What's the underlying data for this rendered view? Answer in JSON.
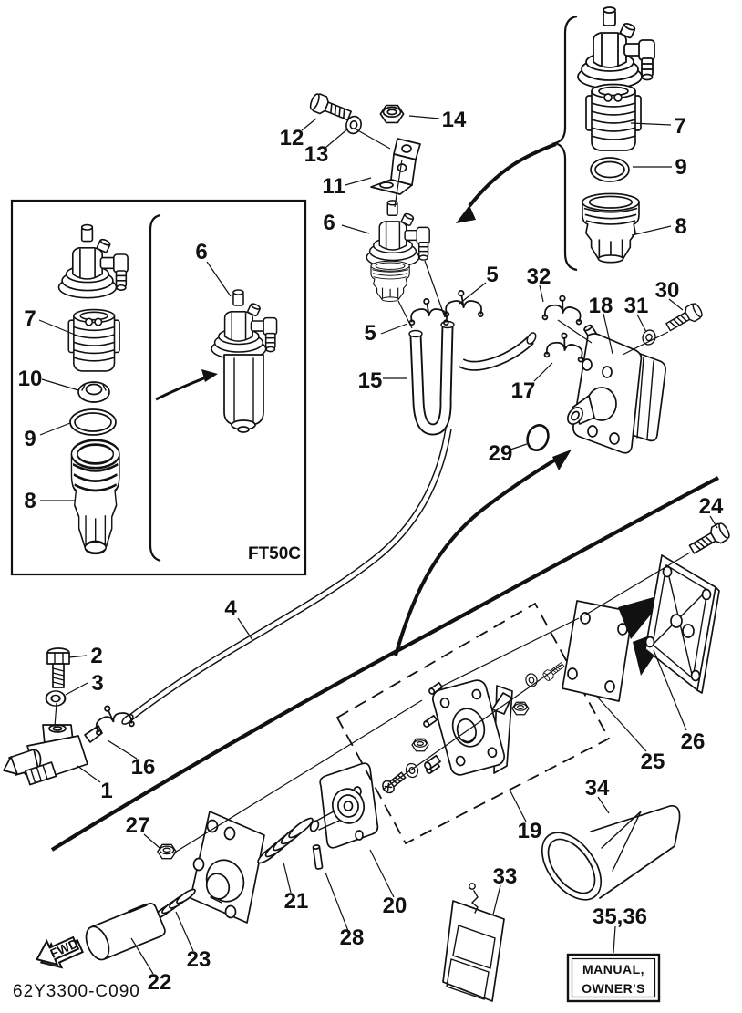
{
  "diagram": {
    "code": "62Y3300-C090",
    "inset_model": "FT50C",
    "direction_label": "FWD",
    "manual_box": {
      "line1": "MANUAL,",
      "line2": "OWNER'S"
    }
  },
  "callouts": {
    "p1": "1",
    "p2": "2",
    "p3": "3",
    "p4": "4",
    "p5": "5",
    "p6": "6",
    "p7": "7",
    "p8": "8",
    "p9": "9",
    "p10": "10",
    "p11": "11",
    "p12": "12",
    "p13": "13",
    "p14": "14",
    "p15": "15",
    "p16": "16",
    "p17": "17",
    "p18": "18",
    "p19": "19",
    "p20": "20",
    "p21": "21",
    "p22": "22",
    "p23": "23",
    "p24": "24",
    "p25": "25",
    "p26": "26",
    "p27": "27",
    "p28": "28",
    "p29": "29",
    "p30": "30",
    "p31": "31",
    "p32": "32",
    "p33": "33",
    "p34": "34",
    "p35_36": "35,36"
  }
}
